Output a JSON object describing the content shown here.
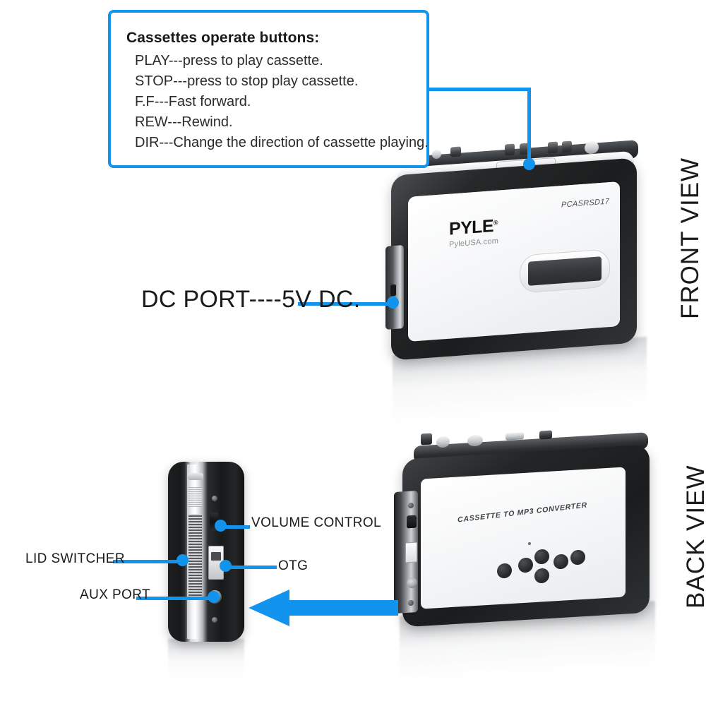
{
  "callout": {
    "title": "Cassettes operate buttons:",
    "items": [
      "PLAY---press to play cassette.",
      "STOP---press to stop play cassette.",
      "F.F---Fast forward.",
      "REW---Rewind.",
      "DIR---Change the direction of cassette playing."
    ]
  },
  "labels": {
    "dc_port": "DC PORT----5V DC.",
    "volume_control": "VOLUME CONTROL",
    "otg": "OTG",
    "lid_switcher": "LID SWITCHER",
    "aux_port": "AUX PORT"
  },
  "views": {
    "front": "FRONT VIEW",
    "back": "BACK VIEW"
  },
  "device": {
    "brand": "PYLE",
    "brand_trademark": "®",
    "brand_url": "PyleUSA.com",
    "model": "PCASRSD17",
    "back_caption": "CASSETTE TO MP3 CONVERTER"
  },
  "colors": {
    "accent_blue": "#1193ee",
    "text_dark": "#1a1a1a",
    "body_dark": "#232527",
    "face_white": "#f7f8f9",
    "background": "#ffffff"
  }
}
